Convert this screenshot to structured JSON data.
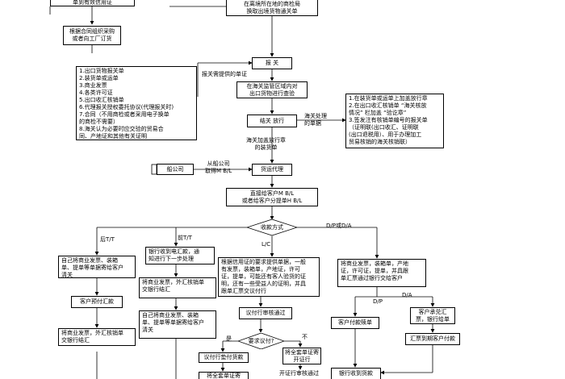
{
  "boxes": {
    "top_left_cut": "单到有效信用证",
    "contract_org": [
      "根据合同组织采购",
      "或者向工厂订货"
    ],
    "top_mid_cut": [
      "在离境所在地的商检局",
      "换取出境货物通关单"
    ],
    "docs_list": [
      "1.出口货物报关单",
      "2.装货单或运单",
      "3.商业发票",
      "4.各类许可证",
      "5.出口收汇核销单",
      "6.代理报关授权委托协议(代理报关时)",
      "7.合同（不用商检或者采用电子换单",
      "的商检不需要）",
      "8.海关认为必要时应交验的贸易合",
      "同、产地证和其他有关证明"
    ],
    "customs": "报 关",
    "inspect": [
      "在海关监管区域内对",
      "出口货物进行查验"
    ],
    "release": "结关 放行",
    "customs_actions": [
      "1.在装货单或运单上加盖放行章",
      "2.在出口收汇核销单 “海关核放",
      "情况” 栏加盖 “验讫章”",
      "3.签发注有核销单编号的报关单",
      "（证明联(出口收汇、证明联",
      "(出口退税用）、用于办理加工",
      "贸易核销的海关核销联）"
    ],
    "shipping_co": "船公司",
    "forwarder": "货运代理",
    "direct_bl": [
      "直接给客户M B/L",
      "或者给客户分提单H B/L"
    ],
    "payment": "收款方式",
    "tt_prior_1": [
      "自己将商业发票、装箱",
      "单、提单等单据寄给客户",
      "清关"
    ],
    "tt_prior_2": "客户预付汇款",
    "tt_prior_3": [
      "将商业发票，外汇核销单",
      "交银行结汇"
    ],
    "tt_after_1": [
      "银行收到电汇款，通",
      "知进行下一步处理"
    ],
    "tt_after_2": [
      "将商业发票，外汇核销单",
      "交银行结汇"
    ],
    "tt_after_3": [
      "自己将商业发票、装箱",
      "单、提单等单据寄给客户",
      "清关"
    ],
    "lc_docs": [
      "根据信用证的要求提供单据，一般",
      "有发票，装箱单，产地证，许可",
      "证，提单，可能还有客人验货的证",
      "明，还有一些受益人的证明，并具",
      "跟单汇票交议付行"
    ],
    "lc_audit": "议付行审核通过",
    "lc_pay": "议付行垫付货款",
    "lc_send": [
      "将全套单证寄",
      "开证行"
    ],
    "lc_issuing": "开证行审核通过",
    "lc_cut": "将全套单证寄",
    "dpda_1": [
      "将商业发票，装箱单，产地",
      "证，许可证，提单，并具跟",
      "单汇票通过银行交给客户"
    ],
    "dp_pay": "客户付款赎单",
    "da_accept": [
      "客户承兑汇",
      "票，银行给单"
    ],
    "da_due": "汇票到期客户付款",
    "bank_recv": [
      "银行收到货款"
    ]
  },
  "labels": {
    "customs_docs": "报关需提供的单证",
    "customs_process": [
      "海关处理",
      "的单据"
    ],
    "stamp": [
      "海关加盖放行章",
      "的装货单"
    ],
    "from_ship": [
      "从船公司",
      "取得M B/L"
    ],
    "after_tt": "后T/T",
    "before_tt": "前T/T",
    "lc": "L/C",
    "dpda": "D/P或D/A",
    "dp": "D/P",
    "da": "D/A",
    "yes": "是",
    "no": "不",
    "require": "要求议付?"
  }
}
